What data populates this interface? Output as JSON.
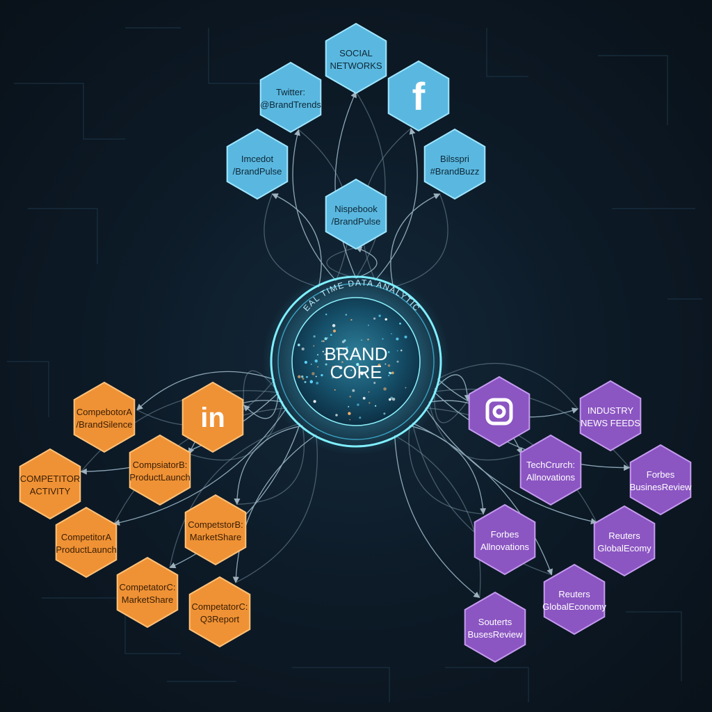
{
  "colors": {
    "background": "#0d1b28",
    "social": "#5ab8e0",
    "social_stroke": "#9fe6ff",
    "competitor": "#ef9235",
    "competitor_stroke": "#ffc27a",
    "industry": "#8b55c2",
    "industry_stroke": "#c59bf0",
    "core_glow": "#6fe7ff",
    "connector": "#b7d6e6",
    "text_dark": "#0e2736"
  },
  "core": {
    "line1": "BRAND",
    "line2": "CORE",
    "ring_label": "REAL TIME DATA ANALYTICS"
  },
  "nodes": {
    "social_networks": {
      "line1": "SOCIAL",
      "line2": "NETWORKS",
      "group": "social"
    },
    "facebook": {
      "icon": "facebook-icon",
      "group": "social"
    },
    "twitter": {
      "line1": "Twitter:",
      "line2": "@BrandTrends",
      "group": "social"
    },
    "imcedot": {
      "line1": "Imcedot",
      "line2": "/BrandPulse",
      "group": "social"
    },
    "buzz": {
      "line1": "Bilsspri",
      "line2": "#BrandBuzz",
      "group": "social"
    },
    "nispebook": {
      "line1": "Nispebook",
      "line2": "/BrandPulse",
      "group": "social"
    },
    "linkedin": {
      "icon": "linkedin-icon",
      "group": "competitor"
    },
    "competitor_a_silence": {
      "line1": "CompebotorA",
      "line2": "/BrandSilence",
      "group": "competitor"
    },
    "competitor_activity": {
      "line1": "COMPETITOR",
      "line2": "ACTIVITY",
      "group": "competitor"
    },
    "competitor_b_launch": {
      "line1": "CompsiatorB:",
      "line2": "ProductLaunch",
      "group": "competitor"
    },
    "competitor_a_launch": {
      "line1": "CompetitorA",
      "line2": "ProductLaunch",
      "group": "competitor"
    },
    "competitor_b_share": {
      "line1": "CompetstorB:",
      "line2": "MarketShare",
      "group": "competitor"
    },
    "competitor_c_share": {
      "line1": "CompetatorC:",
      "line2": "MarketShare",
      "group": "competitor"
    },
    "competitor_c_report": {
      "line1": "CompetatorC:",
      "line2": "Q3Report",
      "group": "competitor"
    },
    "instagram": {
      "icon": "instagram-icon",
      "group": "industry"
    },
    "industry_news": {
      "line1": "INDUSTRY",
      "line2": "NEWS FEEDS",
      "group": "industry"
    },
    "techcrunch": {
      "line1": "TechCrurch:",
      "line2": "Allnovations",
      "group": "industry"
    },
    "forbes_business": {
      "line1": "Forbes",
      "line2": "BusinesReview",
      "group": "industry"
    },
    "forbes_innovations": {
      "line1": "Forbes",
      "line2": "Allnovations",
      "group": "industry"
    },
    "reuters_a": {
      "line1": "Reuters",
      "line2": "GlobalEcomy",
      "group": "industry"
    },
    "reuters_b": {
      "line1": "Reuters",
      "line2": "GlobalEconomy",
      "group": "industry"
    },
    "souters": {
      "line1": "Souterts",
      "line2": "BusesReview",
      "group": "industry"
    }
  }
}
